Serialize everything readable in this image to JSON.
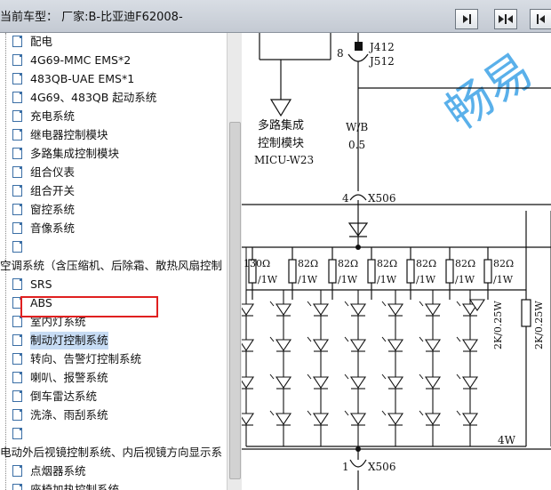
{
  "header": {
    "title": "当前车型：  厂家:B-比亚迪F62008-"
  },
  "tree": {
    "items": [
      {
        "label": "配电"
      },
      {
        "label": "4G69-MMC EMS*2"
      },
      {
        "label": "483QB-UAE EMS*1"
      },
      {
        "label": "4G69、483QB 起动系统"
      },
      {
        "label": "充电系统"
      },
      {
        "label": "继电器控制模块"
      },
      {
        "label": "多路集成控制模块"
      },
      {
        "label": "组合仪表"
      },
      {
        "label": "组合开关"
      },
      {
        "label": "窗控系统"
      },
      {
        "label": "音像系统"
      },
      {
        "label": ""
      },
      {
        "label": "空调系统（含压缩机、后除霜、散热风扇控制"
      },
      {
        "label": "SRS"
      },
      {
        "label": "ABS"
      },
      {
        "label": "室内灯系统"
      },
      {
        "label": "制动灯控制系统"
      },
      {
        "label": "转向、告警灯控制系统"
      },
      {
        "label": "喇叭、报警系统"
      },
      {
        "label": "倒车雷达系统"
      },
      {
        "label": "洗涤、雨刮系统"
      },
      {
        "label": ""
      },
      {
        "label": "电动外后视镜控制系统、内后视镜方向显示系"
      },
      {
        "label": "点烟器系统"
      },
      {
        "label": "座椅加热控制系统"
      }
    ]
  },
  "diagram": {
    "watermark": "畅易",
    "pin_top": "8",
    "conn_j412": "J412",
    "conn_j512": "J512",
    "module_line1": "多路集成",
    "module_line2": "控制模块",
    "module_line3": "MICU-W23",
    "wire_color": "W/B",
    "wire_size": "0.5",
    "pin_4": "4",
    "conn_x506_top": "X506",
    "pin_1": "1",
    "conn_x506_bottom": "X506",
    "resistors": [
      {
        "val": "130Ω",
        "w": "/1W"
      },
      {
        "val": "82Ω",
        "w": "/1W"
      },
      {
        "val": "82Ω",
        "w": "/1W"
      },
      {
        "val": "82Ω",
        "w": "/1W"
      },
      {
        "val": "82Ω",
        "w": "/1W"
      },
      {
        "val": "82Ω",
        "w": "/1W"
      },
      {
        "val": "82Ω",
        "w": "/1W"
      }
    ],
    "r2k_a": "2K/0.25W",
    "r2k_b": "2K/0.25W",
    "power": "4W"
  }
}
